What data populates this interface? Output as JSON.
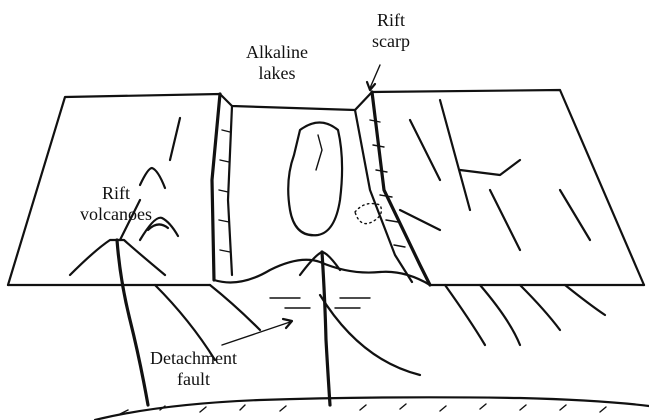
{
  "labels": {
    "rift_scarp": [
      "Rift",
      "scarp"
    ],
    "alkaline_lakes": [
      "Alkaline",
      "lakes"
    ],
    "rift_volcanoes": [
      "Rift",
      "volcanoes"
    ],
    "detachment_fault": [
      "Detachment",
      "fault"
    ]
  },
  "colors": {
    "ink": "#111111",
    "background": "#ffffff"
  }
}
